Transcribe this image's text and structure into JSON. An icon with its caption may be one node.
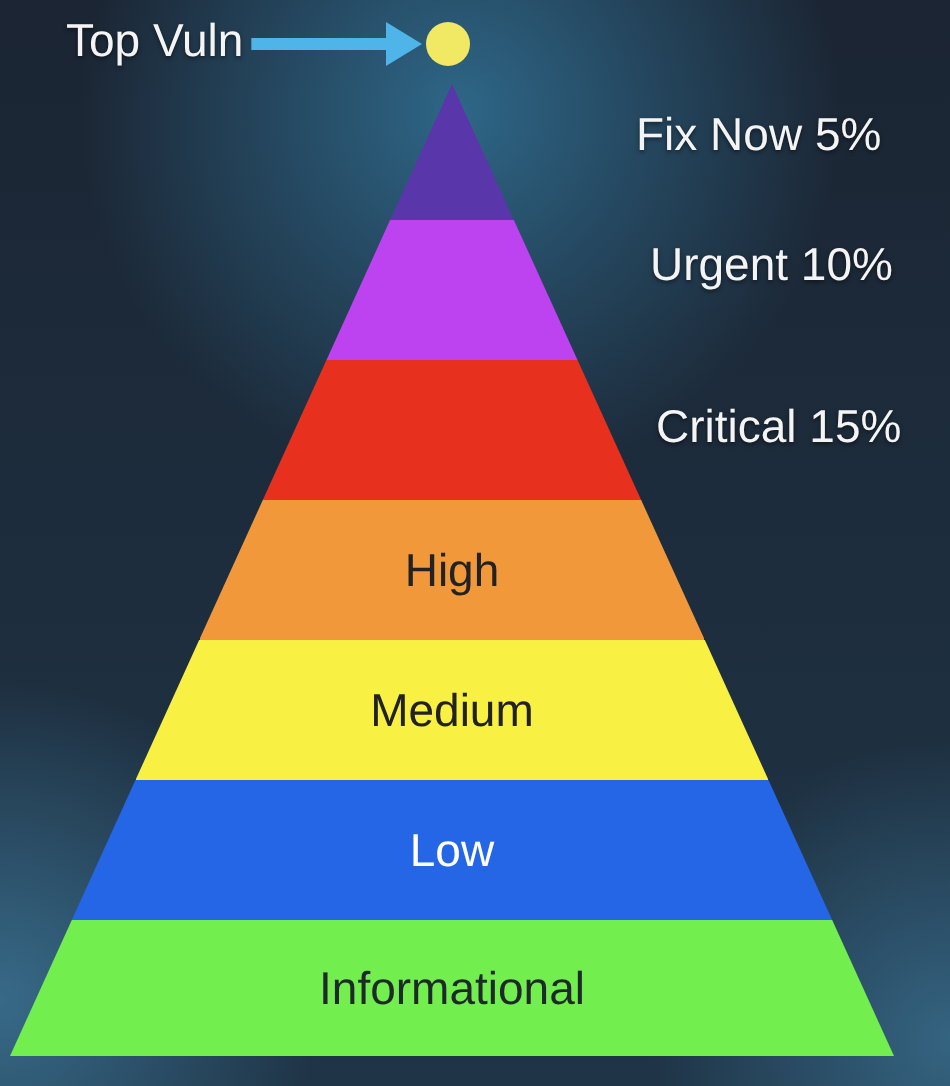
{
  "diagram": {
    "nodes": [
      {
        "text": [
          "Top Vuln"
        ]
      },
      {
        "text": [],
        "shape": "circle"
      },
      {
        "text": [],
        "shape": "triangle",
        "beside": [
          "Fix Now 5%"
        ]
      },
      {
        "text": [],
        "shape": "trapezoid",
        "beside": [
          "Urgent 10%"
        ]
      },
      {
        "text": [],
        "shape": "trapezoid",
        "beside": [
          "Critical 15%"
        ]
      },
      {
        "text": [
          "High"
        ]
      },
      {
        "text": [
          "Medium"
        ]
      },
      {
        "text": [
          "Low"
        ]
      },
      {
        "text": [
          "Informational"
        ]
      }
    ],
    "edges": [
      {
        "from": 0,
        "to": 1,
        "arrow": "to"
      }
    ]
  }
}
